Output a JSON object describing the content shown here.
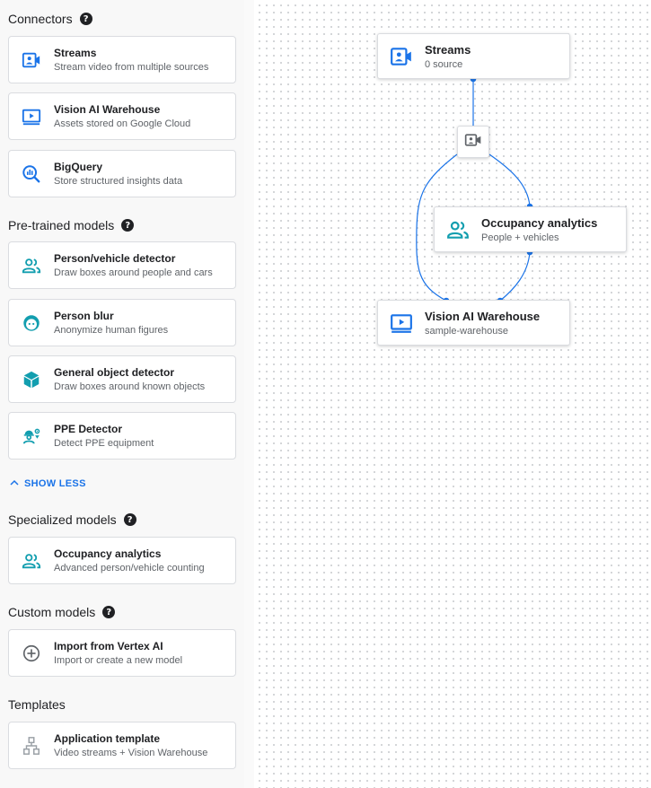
{
  "sections": {
    "connectors": "Connectors",
    "pretrained": "Pre-trained models",
    "specialized": "Specialized models",
    "custom": "Custom models",
    "templates": "Templates"
  },
  "connectors": [
    {
      "title": "Streams",
      "subtitle": "Stream video from multiple sources",
      "icon": "video-camera-icon"
    },
    {
      "title": "Vision AI Warehouse",
      "subtitle": "Assets stored on Google Cloud",
      "icon": "play-screen-icon"
    },
    {
      "title": "BigQuery",
      "subtitle": "Store structured insights data",
      "icon": "bigquery-icon"
    }
  ],
  "pretrained": [
    {
      "title": "Person/vehicle detector",
      "subtitle": "Draw boxes around people and cars",
      "icon": "people-icon"
    },
    {
      "title": "Person blur",
      "subtitle": "Anonymize human figures",
      "icon": "face-icon"
    },
    {
      "title": "General object detector",
      "subtitle": "Draw boxes around known objects",
      "icon": "cube-icon"
    },
    {
      "title": "PPE Detector",
      "subtitle": "Detect PPE equipment",
      "icon": "ppe-icon"
    }
  ],
  "show_less": "SHOW LESS",
  "specialized": [
    {
      "title": "Occupancy analytics",
      "subtitle": "Advanced person/vehicle counting",
      "icon": "people-icon"
    }
  ],
  "custom": [
    {
      "title": "Import from Vertex AI",
      "subtitle": "Import or create a new model",
      "icon": "add-circle-icon"
    }
  ],
  "templates": [
    {
      "title": "Application template",
      "subtitle": "Video streams + Vision Warehouse",
      "icon": "hierarchy-icon"
    }
  ],
  "canvas": {
    "streams": {
      "title": "Streams",
      "subtitle": "0 source",
      "icon": "video-camera-icon"
    },
    "occupancy": {
      "title": "Occupancy analytics",
      "subtitle": "People + vehicles",
      "icon": "people-icon"
    },
    "warehouse": {
      "title": "Vision AI Warehouse",
      "subtitle": "sample-warehouse",
      "icon": "play-screen-icon"
    },
    "middle_icon": "video-record-icon"
  },
  "colors": {
    "accent_blue": "#1a73e8",
    "teal": "#129eaf",
    "grey_icon": "#5f6368"
  }
}
